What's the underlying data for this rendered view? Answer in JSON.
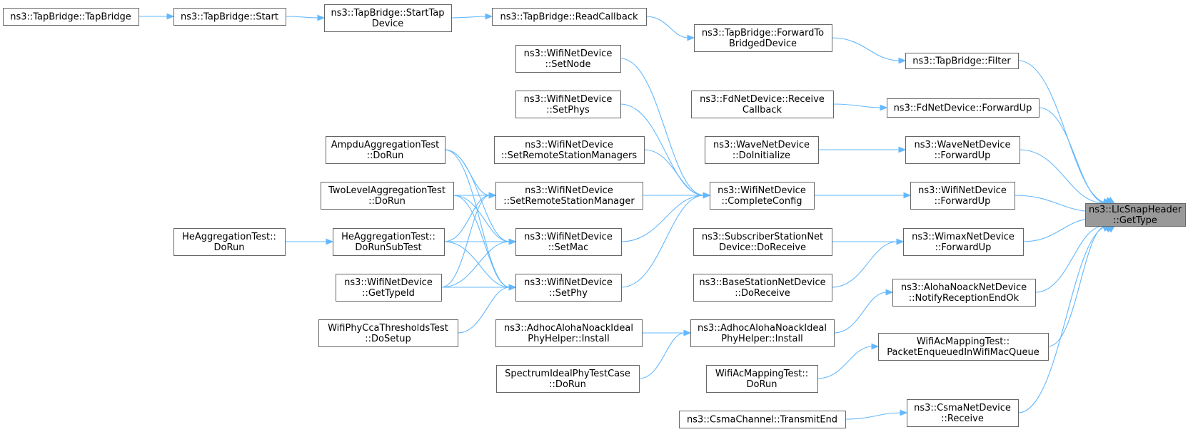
{
  "graph": {
    "root": "n_llcsnap_gettype",
    "edge_color": "#63b8ff",
    "node_fill": "#ffffff",
    "focus_fill": "#999999",
    "node_border": "#666666",
    "nodes": [
      {
        "id": "n_llcsnap_gettype",
        "lines": [
          "ns3::LlcSnapHeader",
          "::GetType"
        ],
        "focus": true
      },
      {
        "id": "n_tap_filter",
        "lines": [
          "ns3::TapBridge::Filter"
        ]
      },
      {
        "id": "n_tap_forwardto",
        "lines": [
          "ns3::TapBridge::ForwardTo",
          "BridgedDevice"
        ]
      },
      {
        "id": "n_tap_readcb",
        "lines": [
          "ns3::TapBridge::ReadCallback"
        ]
      },
      {
        "id": "n_tap_starttap",
        "lines": [
          "ns3::TapBridge::StartTap",
          "Device"
        ]
      },
      {
        "id": "n_tap_start",
        "lines": [
          "ns3::TapBridge::Start"
        ]
      },
      {
        "id": "n_tap_ctor",
        "lines": [
          "ns3::TapBridge::TapBridge"
        ]
      },
      {
        "id": "n_fd_forwardup",
        "lines": [
          "ns3::FdNetDevice::ForwardUp"
        ]
      },
      {
        "id": "n_fd_receivecb",
        "lines": [
          "ns3::FdNetDevice::Receive",
          "Callback"
        ]
      },
      {
        "id": "n_wave_forwardup",
        "lines": [
          "ns3::WaveNetDevice",
          "::ForwardUp"
        ]
      },
      {
        "id": "n_wave_doinit",
        "lines": [
          "ns3::WaveNetDevice",
          "::DoInitialize"
        ]
      },
      {
        "id": "n_wifi_forwardup",
        "lines": [
          "ns3::WifiNetDevice",
          "::ForwardUp"
        ]
      },
      {
        "id": "n_wifi_completeconfig",
        "lines": [
          "ns3::WifiNetDevice",
          "::CompleteConfig"
        ]
      },
      {
        "id": "n_wifi_setnode",
        "lines": [
          "ns3::WifiNetDevice",
          "::SetNode"
        ]
      },
      {
        "id": "n_wifi_setphys",
        "lines": [
          "ns3::WifiNetDevice",
          "::SetPhys"
        ]
      },
      {
        "id": "n_wifi_setrsms",
        "lines": [
          "ns3::WifiNetDevice",
          "::SetRemoteStationManagers"
        ]
      },
      {
        "id": "n_wifi_setrsm",
        "lines": [
          "ns3::WifiNetDevice",
          "::SetRemoteStationManager"
        ]
      },
      {
        "id": "n_wifi_setmac",
        "lines": [
          "ns3::WifiNetDevice",
          "::SetMac"
        ]
      },
      {
        "id": "n_wifi_setphy",
        "lines": [
          "ns3::WifiNetDevice",
          "::SetPhy"
        ]
      },
      {
        "id": "n_ampdu_dorun",
        "lines": [
          "AmpduAggregationTest",
          "::DoRun"
        ]
      },
      {
        "id": "n_twolevel_dorun",
        "lines": [
          "TwoLevelAggregationTest",
          "::DoRun"
        ]
      },
      {
        "id": "n_he_dorunsub",
        "lines": [
          "HeAggregationTest::",
          "DoRunSubTest"
        ]
      },
      {
        "id": "n_he_dorun",
        "lines": [
          "HeAggregationTest::",
          "DoRun"
        ]
      },
      {
        "id": "n_wifi_gettypeid",
        "lines": [
          "ns3::WifiNetDevice",
          "::GetTypeId"
        ]
      },
      {
        "id": "n_wificca_dosetup",
        "lines": [
          "WifiPhyCcaThresholdsTest",
          "::DoSetup"
        ]
      },
      {
        "id": "n_wimax_forwardup",
        "lines": [
          "ns3::WimaxNetDevice",
          "::ForwardUp"
        ]
      },
      {
        "id": "n_ss_doreceive",
        "lines": [
          "ns3::SubscriberStationNet",
          "Device::DoReceive"
        ]
      },
      {
        "id": "n_bs_doreceive",
        "lines": [
          "ns3::BaseStationNetDevice",
          "::DoReceive"
        ]
      },
      {
        "id": "n_aloha_notify",
        "lines": [
          "ns3::AlohaNoackNetDevice",
          "::NotifyReceptionEndOk"
        ]
      },
      {
        "id": "n_adhoc_install",
        "lines": [
          "ns3::AdhocAlohaNoackIdeal",
          "PhyHelper::Install"
        ]
      },
      {
        "id": "n_adhoc_install2",
        "lines": [
          "ns3::AdhocAlohaNoackIdeal",
          "PhyHelper::Install"
        ]
      },
      {
        "id": "n_spectrum_dorun",
        "lines": [
          "SpectrumIdealPhyTestCase",
          "::DoRun"
        ]
      },
      {
        "id": "n_acmap_packetenq",
        "lines": [
          "WifiAcMappingTest::",
          "PacketEnqueuedInWifiMacQueue"
        ]
      },
      {
        "id": "n_acmap_dorun",
        "lines": [
          "WifiAcMappingTest::",
          "DoRun"
        ]
      },
      {
        "id": "n_csma_receive",
        "lines": [
          "ns3::CsmaNetDevice",
          "::Receive"
        ]
      },
      {
        "id": "n_csma_transmitend",
        "lines": [
          "ns3::CsmaChannel::TransmitEnd"
        ]
      }
    ],
    "edges": [
      {
        "from": "n_tap_filter",
        "to": "n_llcsnap_gettype"
      },
      {
        "from": "n_fd_forwardup",
        "to": "n_llcsnap_gettype"
      },
      {
        "from": "n_wave_forwardup",
        "to": "n_llcsnap_gettype"
      },
      {
        "from": "n_wifi_forwardup",
        "to": "n_llcsnap_gettype"
      },
      {
        "from": "n_wimax_forwardup",
        "to": "n_llcsnap_gettype"
      },
      {
        "from": "n_aloha_notify",
        "to": "n_llcsnap_gettype"
      },
      {
        "from": "n_acmap_packetenq",
        "to": "n_llcsnap_gettype"
      },
      {
        "from": "n_csma_receive",
        "to": "n_llcsnap_gettype"
      },
      {
        "from": "n_tap_forwardto",
        "to": "n_tap_filter"
      },
      {
        "from": "n_tap_readcb",
        "to": "n_tap_forwardto"
      },
      {
        "from": "n_tap_starttap",
        "to": "n_tap_readcb"
      },
      {
        "from": "n_tap_start",
        "to": "n_tap_starttap"
      },
      {
        "from": "n_tap_ctor",
        "to": "n_tap_start"
      },
      {
        "from": "n_fd_receivecb",
        "to": "n_fd_forwardup"
      },
      {
        "from": "n_wave_doinit",
        "to": "n_wave_forwardup"
      },
      {
        "from": "n_wifi_completeconfig",
        "to": "n_wifi_forwardup"
      },
      {
        "from": "n_wifi_setnode",
        "to": "n_wifi_completeconfig"
      },
      {
        "from": "n_wifi_setphys",
        "to": "n_wifi_completeconfig"
      },
      {
        "from": "n_wifi_setrsms",
        "to": "n_wifi_completeconfig"
      },
      {
        "from": "n_wifi_setrsm",
        "to": "n_wifi_completeconfig"
      },
      {
        "from": "n_wifi_setmac",
        "to": "n_wifi_completeconfig"
      },
      {
        "from": "n_wifi_setphy",
        "to": "n_wifi_completeconfig"
      },
      {
        "from": "n_ampdu_dorun",
        "to": "n_wifi_setrsm"
      },
      {
        "from": "n_ampdu_dorun",
        "to": "n_wifi_setmac"
      },
      {
        "from": "n_ampdu_dorun",
        "to": "n_wifi_setphy"
      },
      {
        "from": "n_twolevel_dorun",
        "to": "n_wifi_setrsm"
      },
      {
        "from": "n_twolevel_dorun",
        "to": "n_wifi_setmac"
      },
      {
        "from": "n_twolevel_dorun",
        "to": "n_wifi_setphy"
      },
      {
        "from": "n_he_dorunsub",
        "to": "n_wifi_setrsm"
      },
      {
        "from": "n_he_dorunsub",
        "to": "n_wifi_setmac"
      },
      {
        "from": "n_he_dorunsub",
        "to": "n_wifi_setphy"
      },
      {
        "from": "n_he_dorun",
        "to": "n_he_dorunsub"
      },
      {
        "from": "n_wifi_gettypeid",
        "to": "n_wifi_setrsm"
      },
      {
        "from": "n_wifi_gettypeid",
        "to": "n_wifi_setmac"
      },
      {
        "from": "n_wifi_gettypeid",
        "to": "n_wifi_setphy"
      },
      {
        "from": "n_wificca_dosetup",
        "to": "n_wifi_setphy"
      },
      {
        "from": "n_ss_doreceive",
        "to": "n_wimax_forwardup"
      },
      {
        "from": "n_bs_doreceive",
        "to": "n_wimax_forwardup"
      },
      {
        "from": "n_adhoc_install",
        "to": "n_aloha_notify"
      },
      {
        "from": "n_adhoc_install2",
        "to": "n_adhoc_install"
      },
      {
        "from": "n_spectrum_dorun",
        "to": "n_adhoc_install"
      },
      {
        "from": "n_acmap_dorun",
        "to": "n_acmap_packetenq"
      },
      {
        "from": "n_csma_transmitend",
        "to": "n_csma_receive"
      }
    ]
  }
}
